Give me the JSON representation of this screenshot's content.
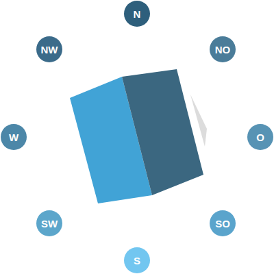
{
  "diagram": {
    "nodes": [
      {
        "text": [
          "N"
        ]
      },
      {
        "text": [
          "NW"
        ]
      },
      {
        "text": [
          "NO"
        ]
      },
      {
        "text": [
          "W"
        ]
      },
      {
        "text": [
          "O"
        ]
      },
      {
        "text": [
          "SW"
        ]
      },
      {
        "text": [
          "SO"
        ]
      },
      {
        "text": [
          "S"
        ]
      }
    ]
  }
}
